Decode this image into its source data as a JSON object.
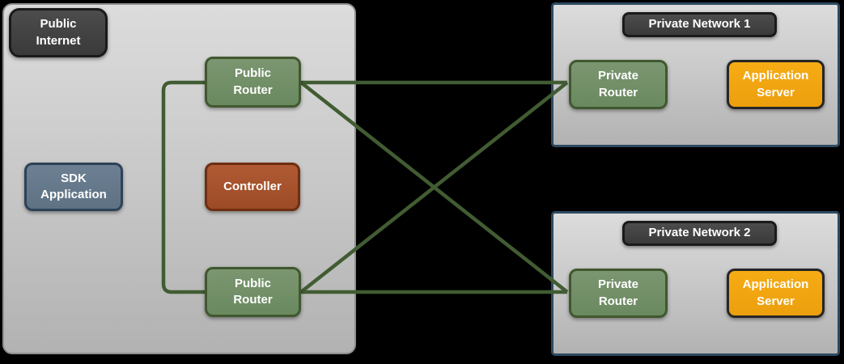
{
  "diagram": {
    "public_internet": {
      "title": "Public\nInternet",
      "sdk_application": "SDK\nApplication",
      "controller": "Controller",
      "public_router_top": "Public\nRouter",
      "public_router_bottom": "Public\nRouter"
    },
    "private_network_1": {
      "title": "Private Network 1",
      "private_router": "Private\nRouter",
      "application_server": "Application\nServer"
    },
    "private_network_2": {
      "title": "Private Network 2",
      "private_router": "Private\nRouter",
      "application_server": "Application\nServer"
    },
    "colors": {
      "background": "#000000",
      "connector": "#415c32",
      "router_fill": "#71906a",
      "router_border": "#40582f",
      "sdk_fill": "#66798c",
      "sdk_border": "#2e4257",
      "controller_fill": "#a8542f",
      "controller_border": "#6f2e10",
      "server_fill": "#f2a511",
      "server_border": "#262626",
      "dark_label_fill": "#424242",
      "dark_label_border": "#1a1a1a",
      "network_border": "#2d4b61",
      "container_fill_top": "#dcdcdc",
      "container_fill_bottom": "#b2b2b2"
    }
  }
}
